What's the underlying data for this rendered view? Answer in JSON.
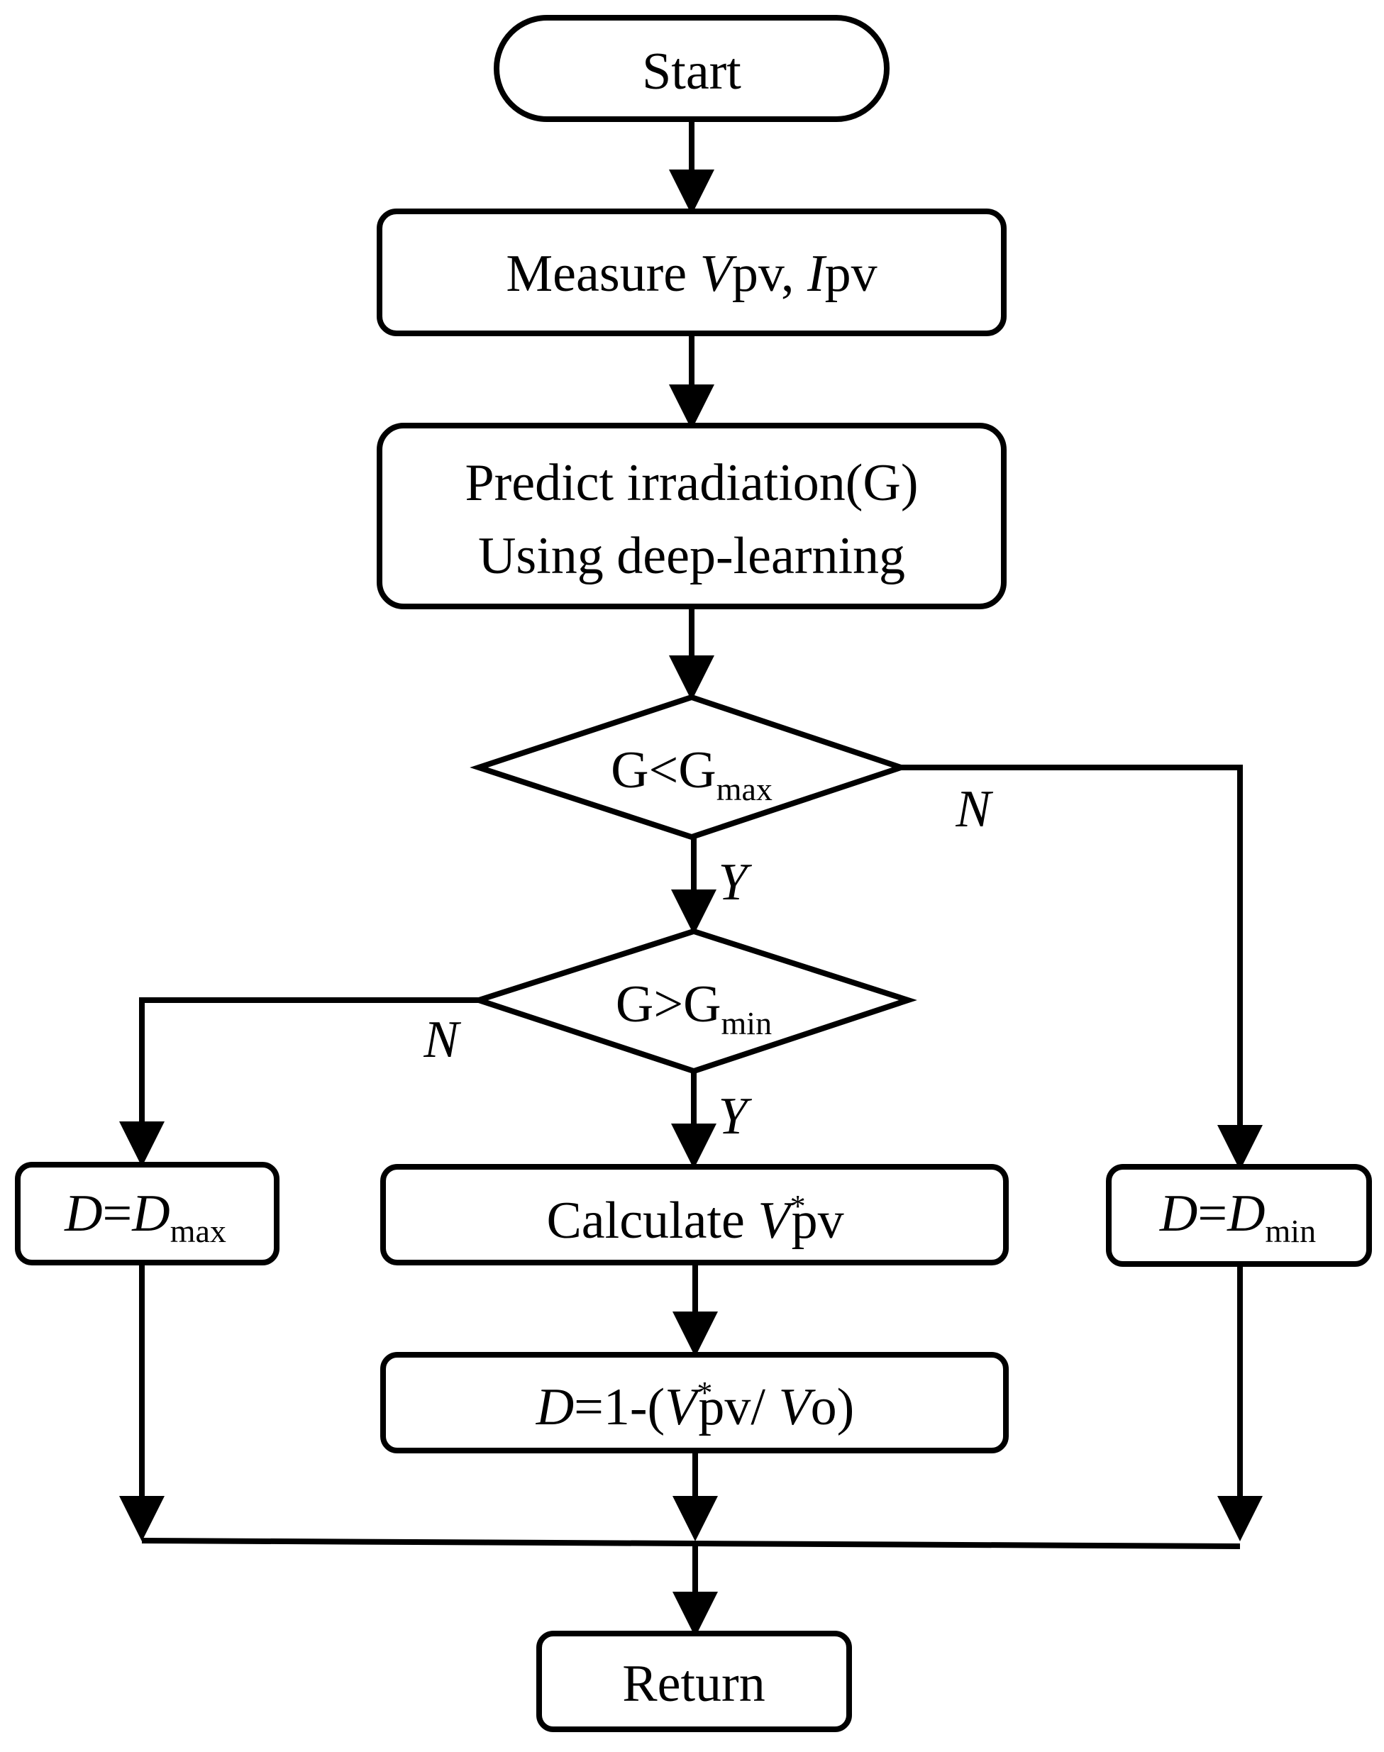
{
  "nodes": {
    "start": {
      "label": "Start"
    },
    "measure": {
      "word": "Measure",
      "v": "V",
      "v_suffix": "pv,",
      "i": "I",
      "i_suffix": "pv"
    },
    "predict": {
      "line1": "Predict irradiation(G)",
      "line2": "Using deep-learning"
    },
    "decision_max": {
      "base": "G<G",
      "sub": "max"
    },
    "decision_min": {
      "base": "G>G",
      "sub": "min"
    },
    "d_max": {
      "d": "D",
      "eq": "=",
      "d2": "D",
      "sub": "max"
    },
    "calculate": {
      "word": "Calculate",
      "v": "V",
      "star": "*",
      "suffix": "pv"
    },
    "d_formula": {
      "d": "D",
      "prefix": "=1-(",
      "v": "V",
      "star": "*",
      "mid": "pv/",
      "v2": "V",
      "suffix": "o)"
    },
    "d_min": {
      "d": "D",
      "eq": "=",
      "d2": "D",
      "sub": "min"
    },
    "return": {
      "label": "Return"
    }
  },
  "branches": {
    "max_no": "N",
    "max_yes": "Y",
    "min_no": "N",
    "min_yes": "Y"
  }
}
